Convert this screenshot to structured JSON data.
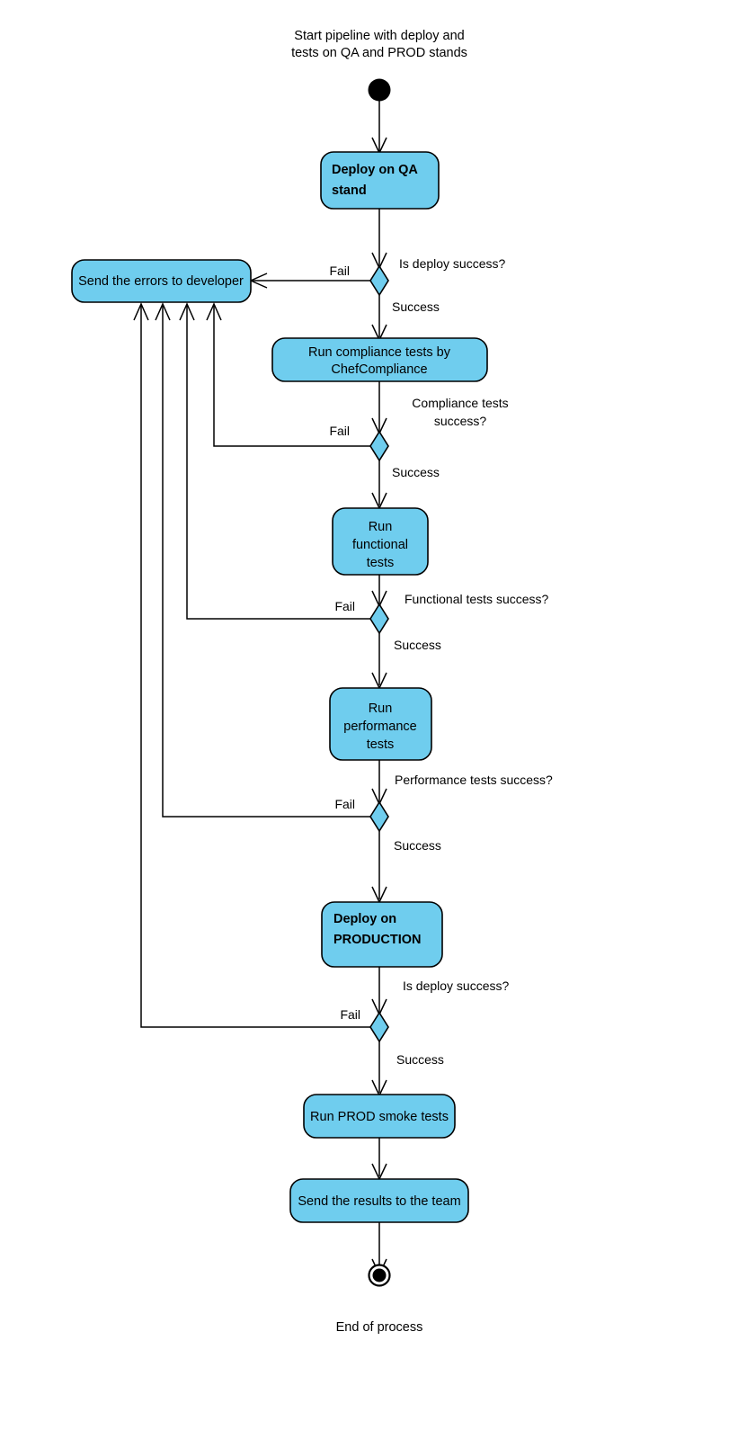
{
  "diagram": {
    "type": "uml-activity-diagram",
    "title_caption": {
      "line1": "Start pipeline with deploy and",
      "line2": "tests on QA and PROD stands"
    },
    "end_caption": "End of process",
    "colors": {
      "node_fill": "#6FCDEE",
      "node_stroke": "#000000",
      "background": "#FFFFFF",
      "text": "#000000"
    },
    "nodes": {
      "start": {
        "kind": "initial-node",
        "label": ""
      },
      "deploy_qa": {
        "kind": "activity",
        "bold": true,
        "align": "left",
        "lines": [
          "Deploy on QA",
          "stand"
        ]
      },
      "error_box": {
        "kind": "activity",
        "bold": false,
        "align": "center",
        "lines": [
          "Send the errors to developer"
        ]
      },
      "compliance": {
        "kind": "activity",
        "bold": false,
        "align": "center",
        "lines": [
          "Run compliance tests by",
          "ChefCompliance"
        ]
      },
      "functional": {
        "kind": "activity",
        "bold": false,
        "align": "center",
        "lines": [
          "Run",
          "functional",
          "tests"
        ]
      },
      "performance": {
        "kind": "activity",
        "bold": false,
        "align": "center",
        "lines": [
          "Run",
          "performance",
          "tests"
        ]
      },
      "deploy_prod": {
        "kind": "activity",
        "bold": true,
        "align": "left",
        "lines": [
          "Deploy on",
          "PRODUCTION"
        ]
      },
      "smoke": {
        "kind": "activity",
        "bold": false,
        "align": "center",
        "lines": [
          "Run PROD smoke tests"
        ]
      },
      "results": {
        "kind": "activity",
        "bold": false,
        "align": "center",
        "lines": [
          "Send the results to the team"
        ]
      },
      "end": {
        "kind": "final-node",
        "label": ""
      }
    },
    "decisions": [
      {
        "id": "d1",
        "question": "Is deploy success?",
        "fail_label": "Fail",
        "success_label": "Success"
      },
      {
        "id": "d2",
        "question_line1": "Compliance tests",
        "question_line2": "success?",
        "fail_label": "Fail",
        "success_label": "Success"
      },
      {
        "id": "d3",
        "question": "Functional tests success?",
        "fail_label": "Fail",
        "success_label": "Success"
      },
      {
        "id": "d4",
        "question": "Performance tests success?",
        "fail_label": "Fail",
        "success_label": "Success"
      },
      {
        "id": "d5",
        "question": "Is deploy success?",
        "fail_label": "Fail",
        "success_label": "Success"
      }
    ]
  }
}
